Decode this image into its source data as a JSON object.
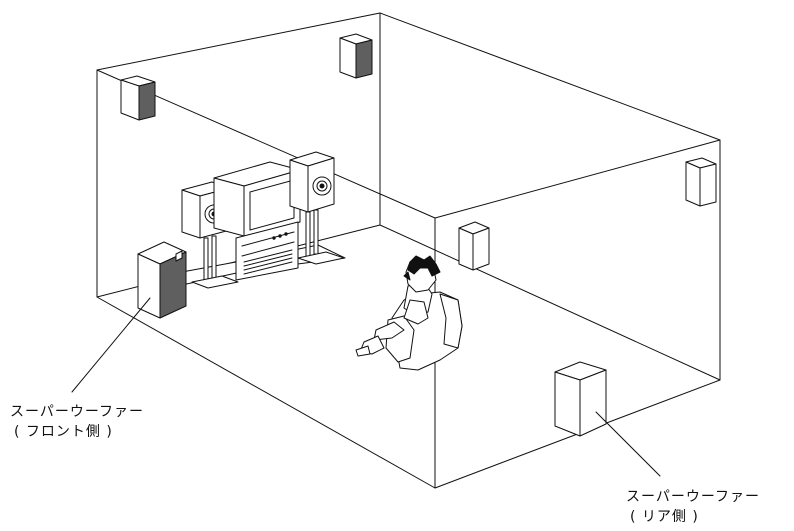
{
  "labels": {
    "front_subwoofer": {
      "line1": "スーパーウーファー",
      "line2": "( フロント側 )"
    },
    "rear_subwoofer": {
      "line1": "スーパーウーファー",
      "line2": "( リア側 )"
    }
  },
  "colors": {
    "line": "#111111",
    "speaker_side": "#5f5f5f",
    "background": "#ffffff"
  }
}
